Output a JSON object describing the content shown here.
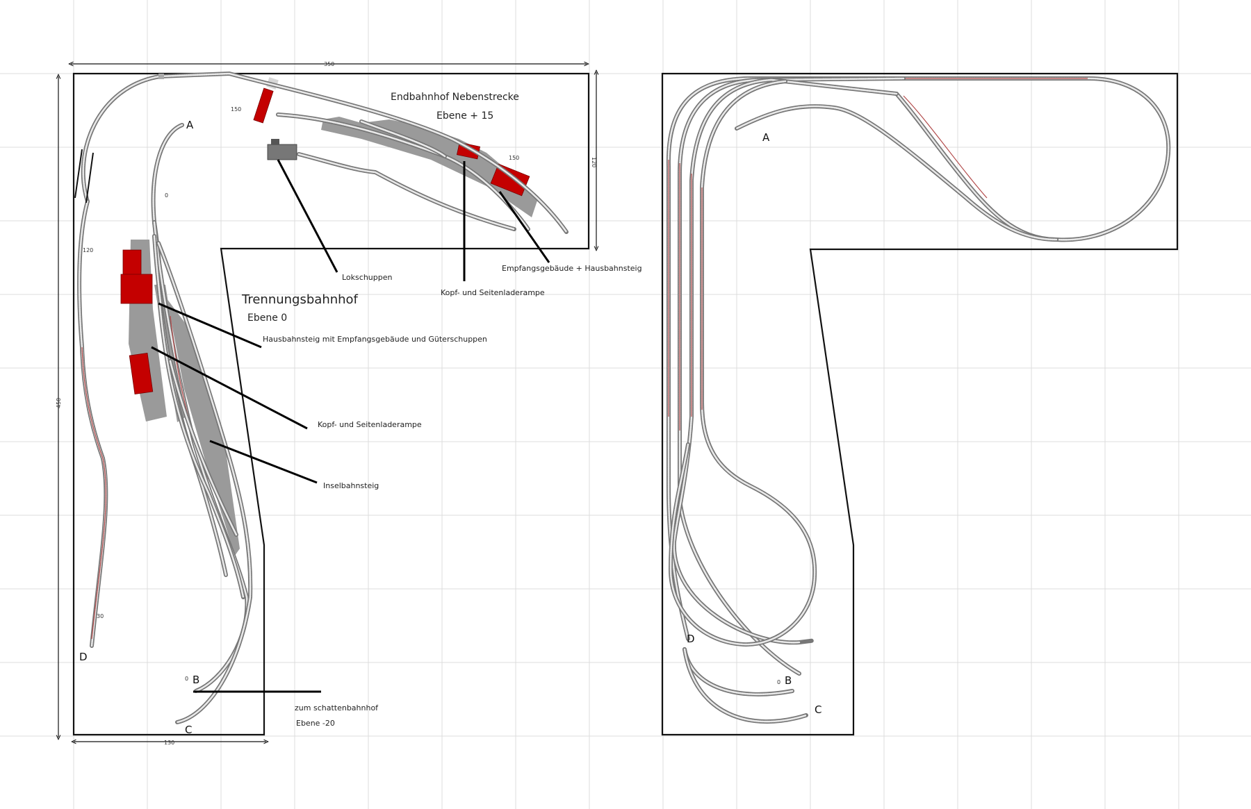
{
  "dimensions": {
    "width_top": "350",
    "height_right": "120",
    "height_left": "450",
    "width_bottom": "130"
  },
  "stations": {
    "terminus_title": "Endbahnhof Nebenstrecke",
    "terminus_level": "Ebene + 15",
    "junction_title": "Trennungsbahnhof",
    "junction_level": "Ebene 0"
  },
  "labels": {
    "lokschuppen": "Lokschuppen",
    "kopf_top": "Kopf- und Seitenladerampe",
    "empfang_top": "Empfangsgebäude + Hausbahnsteig",
    "hausbahnsteig": "Hausbahnsteig mit Empfangsgebäude und Güterschuppen",
    "kopf_left": "Kopf- und Seitenladerampe",
    "insel": "Inselbahnsteig",
    "schatten_1": "zum schattenbahnhof",
    "schatten_2": "Ebene -20"
  },
  "heights": {
    "h1": "150",
    "h2": "150",
    "h3": "0",
    "h4": "120",
    "h5": "30",
    "h6": "0"
  },
  "points": {
    "a": "A",
    "b": "B",
    "c": "C",
    "d": "D"
  },
  "points_right": {
    "a": "A",
    "b": "B",
    "c": "C",
    "d": "D"
  },
  "colors": {
    "building": "#c40000",
    "platform": "#9a9a9a",
    "track": "#777777",
    "grid": "#dcdcdc"
  }
}
